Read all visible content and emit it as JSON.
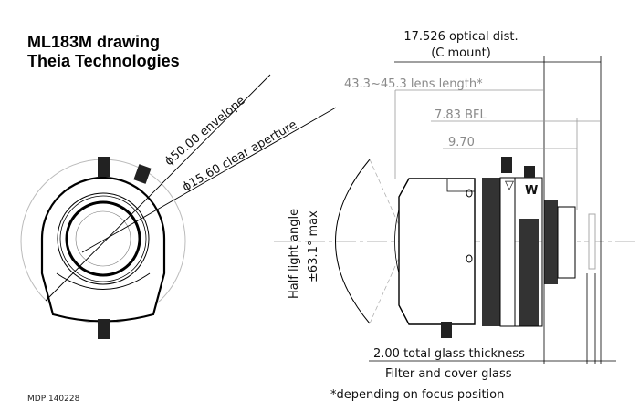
{
  "title": {
    "line1": "ML183M drawing",
    "line2": "Theia Technologies"
  },
  "front_view": {
    "envelope_label": "ϕ50.00 envelope",
    "aperture_label": "ϕ15.60 clear aperture"
  },
  "side_view": {
    "angle_label_line1": "Half light angle",
    "angle_label_line2": "±63.1° max",
    "ring_marks": [
      "W",
      "▽"
    ]
  },
  "dimensions": {
    "optical_dist": "17.526 optical dist.",
    "mount": "(C mount)",
    "lens_length": "43.3~45.3 lens length*",
    "bfl": "7.83 BFL",
    "flange": "9.70",
    "glass_thickness": "2.00 total glass thickness",
    "glass_label": "Filter and cover glass"
  },
  "footnote": "*depending on focus position",
  "drawing_id": "MDP 140228",
  "colors": {
    "line": "#000000",
    "dim_gray": "#8a8a8a",
    "envelope_gray": "#bbbbbb"
  }
}
